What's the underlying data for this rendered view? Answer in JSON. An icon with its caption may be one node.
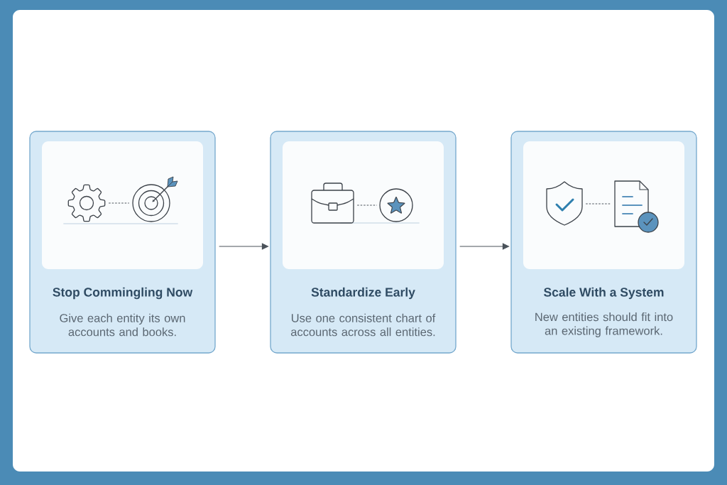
{
  "diagram": {
    "nodes": [
      {
        "text": [
          "Stop Commingling Now",
          "Give each entity its own accounts and books."
        ]
      },
      {
        "text": [],
        "shape": "picture",
        "in": 0
      },
      {
        "text": [],
        "shape": "picture",
        "in": 0
      },
      {
        "text": [
          "Standardize Early",
          "Use one consistent chart of accounts across all entities."
        ]
      },
      {
        "text": [],
        "shape": "picture",
        "in": 3
      },
      {
        "text": [],
        "shape": "picture",
        "in": 3
      },
      {
        "text": [
          "Scale With a System",
          "New entities should fit into an existing framework."
        ]
      },
      {
        "text": [],
        "shape": "picture",
        "in": 6
      },
      {
        "text": [],
        "shape": "picture",
        "in": 6
      }
    ],
    "edges": [
      {
        "from": 1,
        "to": 2,
        "arrow": "none",
        "style": "dashed"
      },
      {
        "from": 0,
        "to": 3,
        "arrow": "to"
      },
      {
        "from": 4,
        "to": 5,
        "arrow": "none",
        "style": "dashed"
      },
      {
        "from": 3,
        "to": 6,
        "arrow": "to"
      },
      {
        "from": 7,
        "to": 8,
        "arrow": "none",
        "style": "dashed"
      }
    ]
  }
}
